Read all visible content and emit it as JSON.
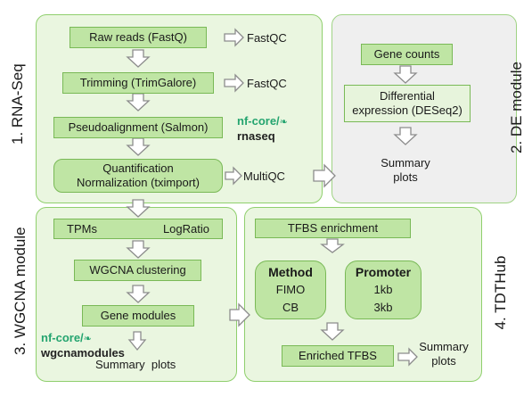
{
  "modules": {
    "rnaseq": "1. RNA-Seq",
    "de": "2. DE module",
    "wgcna": "3. WGCNA module",
    "tdthub": "4. TDTHub"
  },
  "rnaseq": {
    "raw_reads": "Raw reads (FastQ)",
    "fastqc_1": "FastQC",
    "trimming": "Trimming (TrimGalore)",
    "fastqc_2": "FastQC",
    "pseudoalignment": "Pseudoalignment (Salmon)",
    "quant_line1": "Quantification",
    "quant_line2": "Normalization (tximport)",
    "multiqc": "MultiQC",
    "nf_prefix": "nf-core/",
    "nf_name": "rnaseq"
  },
  "de": {
    "gene_counts": "Gene counts",
    "diff_line1": "Differential",
    "diff_line2": "expression (DESeq2)",
    "summary_line1": "Summary",
    "summary_line2": "plots"
  },
  "wgcna": {
    "tpms": "TPMs",
    "logratio": "LogRatio",
    "clustering": "WGCNA clustering",
    "gene_modules": "Gene modules",
    "nf_prefix": "nf-core/",
    "nf_name": "wgcnamodules",
    "summary": "Summary  plots"
  },
  "tdthub": {
    "tfbs_enrichment": "TFBS enrichment",
    "method_title": "Method",
    "method_1": "FIMO",
    "method_2": "CB",
    "promoter_title": "Promoter",
    "promoter_1": "1kb",
    "promoter_2": "3kb",
    "enriched": "Enriched TFBS",
    "summary_line1": "Summary",
    "summary_line2": "plots"
  },
  "colors": {
    "panel_fill": "#eaf6e0",
    "panel_border": "#8fcf6d",
    "box_fill": "#bfe5a4",
    "box_border": "#79b956",
    "de_panel_fill": "#efefef",
    "arrow_fill": "#ffffff",
    "arrow_stroke": "#8c8c8c",
    "nf_core_green": "#24a46f"
  }
}
